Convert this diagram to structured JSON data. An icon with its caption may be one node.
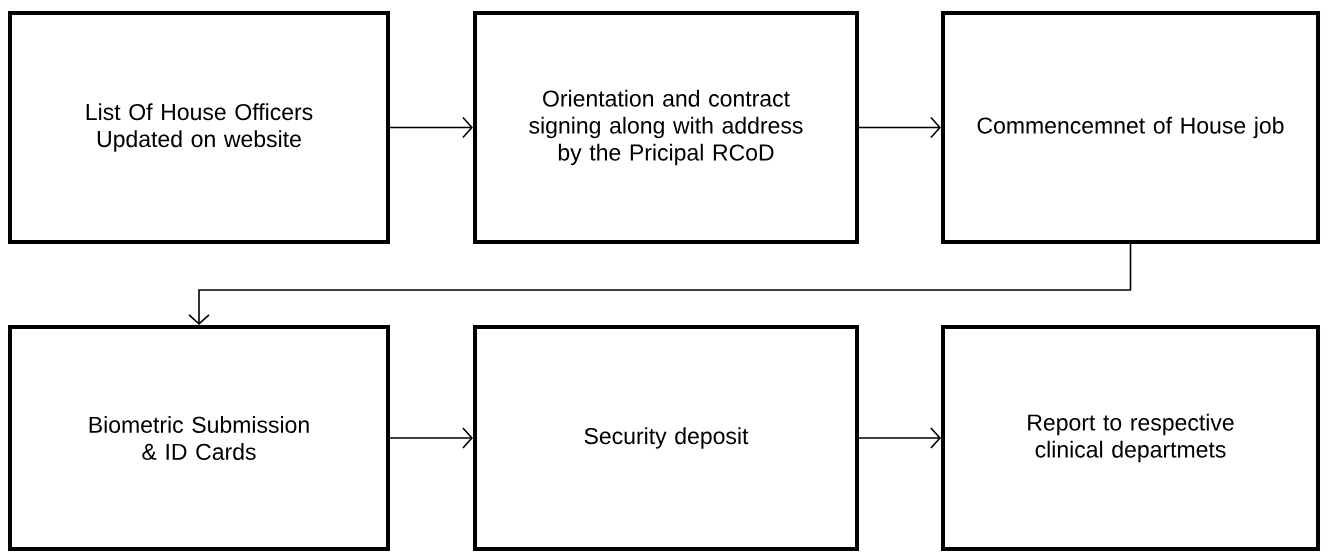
{
  "diagram": {
    "nodes": [
      {
        "text": [
          "List Of House Officers Updated on website"
        ]
      },
      {
        "text": [
          "Orientation and contract signing along with address by the Pricipal RCoD"
        ]
      },
      {
        "text": [
          "Commencemnet of House job"
        ]
      },
      {
        "text": [
          "Biometric Submission & ID Cards"
        ]
      },
      {
        "text": [
          "Security deposit"
        ]
      },
      {
        "text": [
          "Report to respective clinical departmets"
        ]
      }
    ],
    "edges": [
      {
        "from": 0,
        "to": 1,
        "arrow": "to"
      },
      {
        "from": 1,
        "to": 2,
        "arrow": "to"
      },
      {
        "from": 2,
        "to": 3,
        "arrow": "to"
      },
      {
        "from": 3,
        "to": 4,
        "arrow": "to"
      },
      {
        "from": 4,
        "to": 5,
        "arrow": "to"
      }
    ]
  }
}
